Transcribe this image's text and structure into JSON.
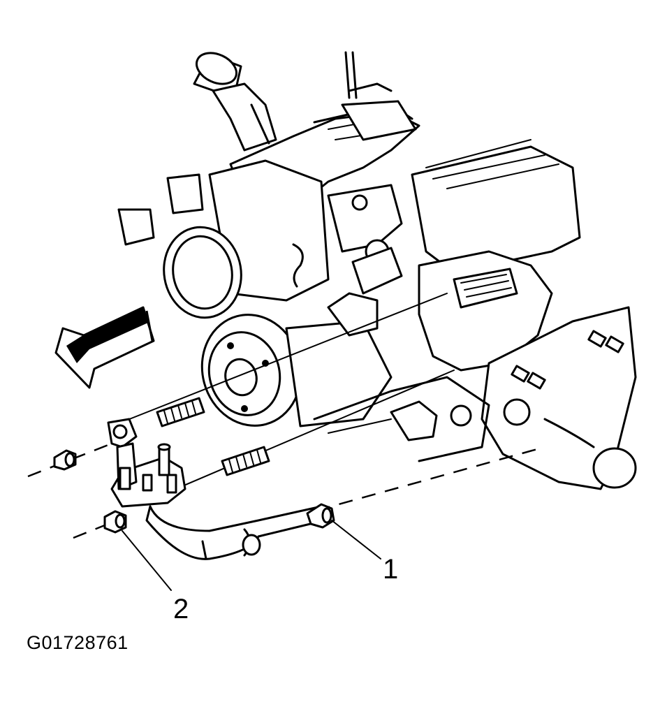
{
  "figure_id": "G01728761",
  "callouts": [
    {
      "label": "1"
    },
    {
      "label": "2"
    }
  ],
  "icons": [
    "front-direction-arrow-icon",
    "bolt-icon",
    "nut-icon",
    "stud-icon"
  ],
  "colors": {
    "ink": "#000000",
    "paper": "#ffffff"
  }
}
